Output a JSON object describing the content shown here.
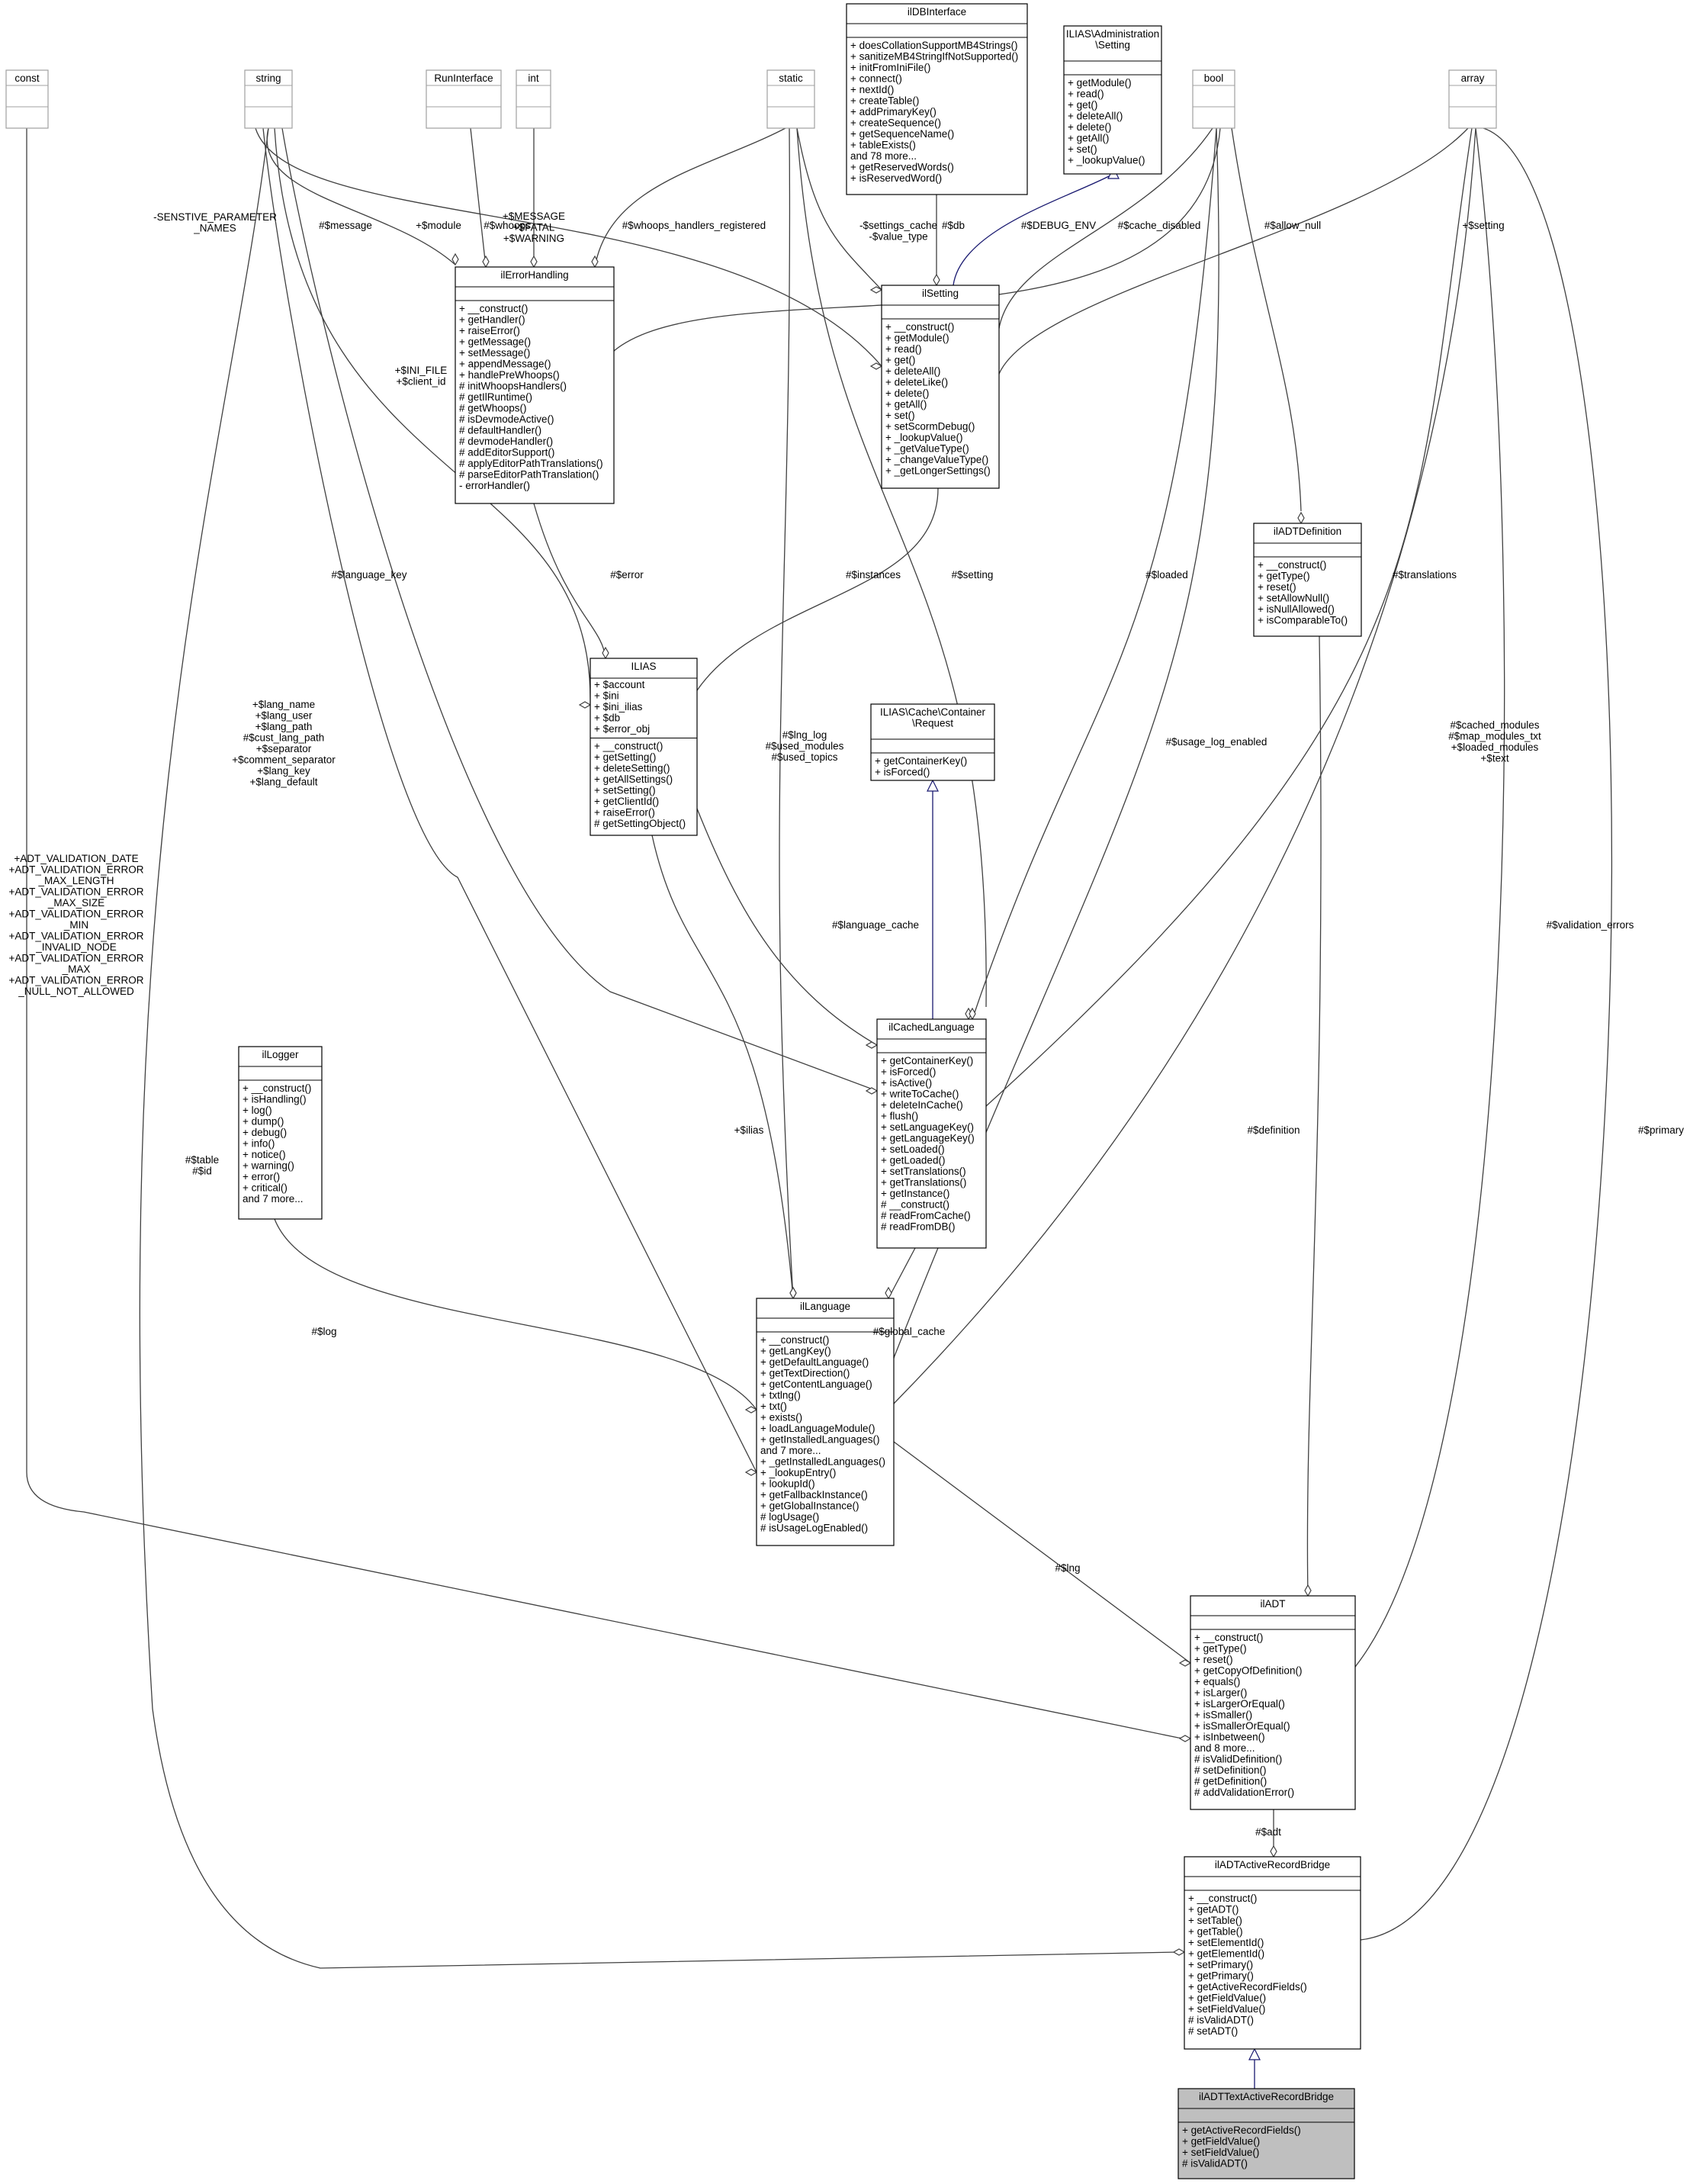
{
  "classes": [
    {
      "id": "const",
      "name": "const",
      "attrs": [],
      "methods": []
    },
    {
      "id": "string",
      "name": "string",
      "attrs": [],
      "methods": []
    },
    {
      "id": "runinterface",
      "name": "RunInterface",
      "attrs": [],
      "methods": []
    },
    {
      "id": "int",
      "name": "int",
      "attrs": [],
      "methods": []
    },
    {
      "id": "static",
      "name": "static",
      "attrs": [],
      "methods": []
    },
    {
      "id": "ildbinterface",
      "name": "ilDBInterface",
      "attrs": [],
      "methods": [
        "+ doesCollationSupportMB4Strings()",
        "+ sanitizeMB4StringIfNotSupported()",
        "+ initFromIniFile()",
        "+ connect()",
        "+ nextId()",
        "+ createTable()",
        "+ addPrimaryKey()",
        "+ createSequence()",
        "+ getSequenceName()",
        "+ tableExists()",
        "and 78 more...",
        "+ getReservedWords()",
        "+ isReservedWord()"
      ]
    },
    {
      "id": "iliasadminsetting",
      "name": "ILIAS\\Administration\\Setting",
      "attrs": [],
      "methods": [
        "+ getModule()",
        "+ read()",
        "+ get()",
        "+ deleteAll()",
        "+ delete()",
        "+ getAll()",
        "+ set()",
        "+ _lookupValue()"
      ]
    },
    {
      "id": "bool",
      "name": "bool",
      "attrs": [],
      "methods": []
    },
    {
      "id": "array",
      "name": "array",
      "attrs": [],
      "methods": []
    },
    {
      "id": "ilerrorhandling",
      "name": "ilErrorHandling",
      "attrs": [],
      "methods": [
        "+ __construct()",
        "+ getHandler()",
        "+ raiseError()",
        "+ getMessage()",
        "+ setMessage()",
        "+ appendMessage()",
        "+ handlePreWhoops()",
        "# initWhoopsHandlers()",
        "# getIlRuntime()",
        "# getWhoops()",
        "# isDevmodeActive()",
        "# defaultHandler()",
        "# devmodeHandler()",
        "# addEditorSupport()",
        "# applyEditorPathTranslations()",
        "# parseEditorPathTranslation()",
        "- errorHandler()"
      ]
    },
    {
      "id": "ilsetting",
      "name": "ilSetting",
      "attrs": [],
      "methods": [
        "+ __construct()",
        "+ getModule()",
        "+ read()",
        "+ get()",
        "+ deleteAll()",
        "+ deleteLike()",
        "+ delete()",
        "+ getAll()",
        "+ set()",
        "+ setScormDebug()",
        "+ _lookupValue()",
        "+ _getValueType()",
        "+ _changeValueType()",
        "+ _getLongerSettings()"
      ]
    },
    {
      "id": "iladtdefinition",
      "name": "ilADTDefinition",
      "attrs": [],
      "methods": [
        "+ __construct()",
        "+ getType()",
        "+ reset()",
        "+ setAllowNull()",
        "+ isNullAllowed()",
        "+ isComparableTo()"
      ]
    },
    {
      "id": "ilias",
      "name": "ILIAS",
      "attrs": [
        "+ $account",
        "+ $ini",
        "+ $ini_ilias",
        "+ $db",
        "+ $error_obj"
      ],
      "methods": [
        "+ __construct()",
        "+ getSetting()",
        "+ deleteSetting()",
        "+ getAllSettings()",
        "+ setSetting()",
        "+ getClientId()",
        "+ raiseError()",
        "# getSettingObject()"
      ]
    },
    {
      "id": "iliascacherequest",
      "name": "ILIAS\\Cache\\Container\\Request",
      "attrs": [],
      "methods": [
        "+ getContainerKey()",
        "+ isForced()"
      ]
    },
    {
      "id": "illogger",
      "name": "ilLogger",
      "attrs": [],
      "methods": [
        "+ __construct()",
        "+ isHandling()",
        "+ log()",
        "+ dump()",
        "+ debug()",
        "+ info()",
        "+ notice()",
        "+ warning()",
        "+ error()",
        "+ critical()",
        "and 7 more..."
      ]
    },
    {
      "id": "ilcachedlanguage",
      "name": "ilCachedLanguage",
      "attrs": [],
      "methods": [
        "+ getContainerKey()",
        "+ isForced()",
        "+ isActive()",
        "+ writeToCache()",
        "+ deleteInCache()",
        "+ flush()",
        "+ setLanguageKey()",
        "+ getLanguageKey()",
        "+ setLoaded()",
        "+ getLoaded()",
        "+ setTranslations()",
        "+ getTranslations()",
        "+ getInstance()",
        "# __construct()",
        "# readFromCache()",
        "# readFromDB()"
      ]
    },
    {
      "id": "illanguage",
      "name": "ilLanguage",
      "attrs": [],
      "methods": [
        "+ __construct()",
        "+ getLangKey()",
        "+ getDefaultLanguage()",
        "+ getTextDirection()",
        "+ getContentLanguage()",
        "+ txtlng()",
        "+ txt()",
        "+ exists()",
        "+ loadLanguageModule()",
        "+ getInstalledLanguages()",
        "and 7 more...",
        "+ _getInstalledLanguages()",
        "+ _lookupEntry()",
        "+ lookupId()",
        "+ getFallbackInstance()",
        "+ getGlobalInstance()",
        "# logUsage()",
        "# isUsageLogEnabled()"
      ]
    },
    {
      "id": "iladt",
      "name": "ilADT",
      "attrs": [],
      "methods": [
        "+ __construct()",
        "+ getType()",
        "+ reset()",
        "+ getCopyOfDefinition()",
        "+ equals()",
        "+ isLarger()",
        "+ isLargerOrEqual()",
        "+ isSmaller()",
        "+ isSmallerOrEqual()",
        "+ isInbetween()",
        "and 8 more...",
        "# isValidDefinition()",
        "# setDefinition()",
        "# getDefinition()",
        "# addValidationError()"
      ]
    },
    {
      "id": "iladtactiverecordbridge",
      "name": "ilADTActiveRecordBridge",
      "attrs": [],
      "methods": [
        "+ __construct()",
        "+ getADT()",
        "+ setTable()",
        "+ getTable()",
        "+ setElementId()",
        "+ getElementId()",
        "+ setPrimary()",
        "+ getPrimary()",
        "+ getActiveRecordFields()",
        "+ getFieldValue()",
        "+ setFieldValue()",
        "# isValidADT()",
        "# setADT()"
      ]
    },
    {
      "id": "iladttextactiverecordbridge",
      "name": "ilADTTextActiveRecordBridge",
      "attrs": [],
      "methods": [
        "+ getActiveRecordFields()",
        "+ getFieldValue()",
        "+ setFieldValue()",
        "# isValidADT()"
      ]
    }
  ],
  "edge_labels": {
    "sensitive": [
      "-SENSTIVE_PARAMETER",
      "_NAMES"
    ],
    "message": [
      "#$message"
    ],
    "module": [
      "+$module"
    ],
    "whoops": [
      "#$whoops"
    ],
    "fatal": [
      "+$MESSAGE",
      "+$FATAL",
      "+$WARNING"
    ],
    "whoops_reg": [
      "#$whoops_handlers_registered"
    ],
    "settings_cache": [
      "-$settings_cache",
      "-$value_type"
    ],
    "db": [
      "#$db"
    ],
    "debug_env": [
      "#$DEBUG_ENV"
    ],
    "cache_disabled": [
      "#$cache_disabled"
    ],
    "allow_null": [
      "#$allow_null"
    ],
    "setting_array": [
      "+$setting"
    ],
    "ini_file": [
      "+$INI_FILE",
      "+$client_id"
    ],
    "language_key": [
      "#$language_key"
    ],
    "error": [
      "#$error"
    ],
    "instances": [
      "#$instances"
    ],
    "setting_ilias": [
      "#$setting"
    ],
    "loaded": [
      "#$loaded"
    ],
    "translations": [
      "#$translations"
    ],
    "lang_fields": [
      "+$lang_name",
      "+$lang_user",
      "+$lang_path",
      "#$cust_lang_path",
      "+$separator",
      "+$comment_separator",
      "+$lang_key",
      "+$lang_default"
    ],
    "lng_log": [
      "#$lng_log",
      "#$used_modules",
      "#$used_topics"
    ],
    "usage_log": [
      "#$usage_log_enabled"
    ],
    "cached_modules": [
      "#$cached_modules",
      "#$map_modules_txt",
      "+$loaded_modules",
      "+$text"
    ],
    "validation_consts": [
      "+ADT_VALIDATION_DATE",
      "+ADT_VALIDATION_ERROR",
      "_MAX_LENGTH",
      "+ADT_VALIDATION_ERROR",
      "_MAX_SIZE",
      "+ADT_VALIDATION_ERROR",
      "_MIN",
      "+ADT_VALIDATION_ERROR",
      "_INVALID_NODE",
      "+ADT_VALIDATION_ERROR",
      "_MAX",
      "+ADT_VALIDATION_ERROR",
      "_NULL_NOT_ALLOWED"
    ],
    "language_cache": [
      "#$language_cache"
    ],
    "validation_errors": [
      "#$validation_errors"
    ],
    "table_id": [
      "#$table",
      "#$id"
    ],
    "ilias_var": [
      "+$ilias"
    ],
    "definition": [
      "#$definition"
    ],
    "primary": [
      "#$primary"
    ],
    "log": [
      "#$log"
    ],
    "global_cache": [
      "#$global_cache"
    ],
    "lng": [
      "#$lng"
    ],
    "adt": [
      "#$adt"
    ]
  }
}
